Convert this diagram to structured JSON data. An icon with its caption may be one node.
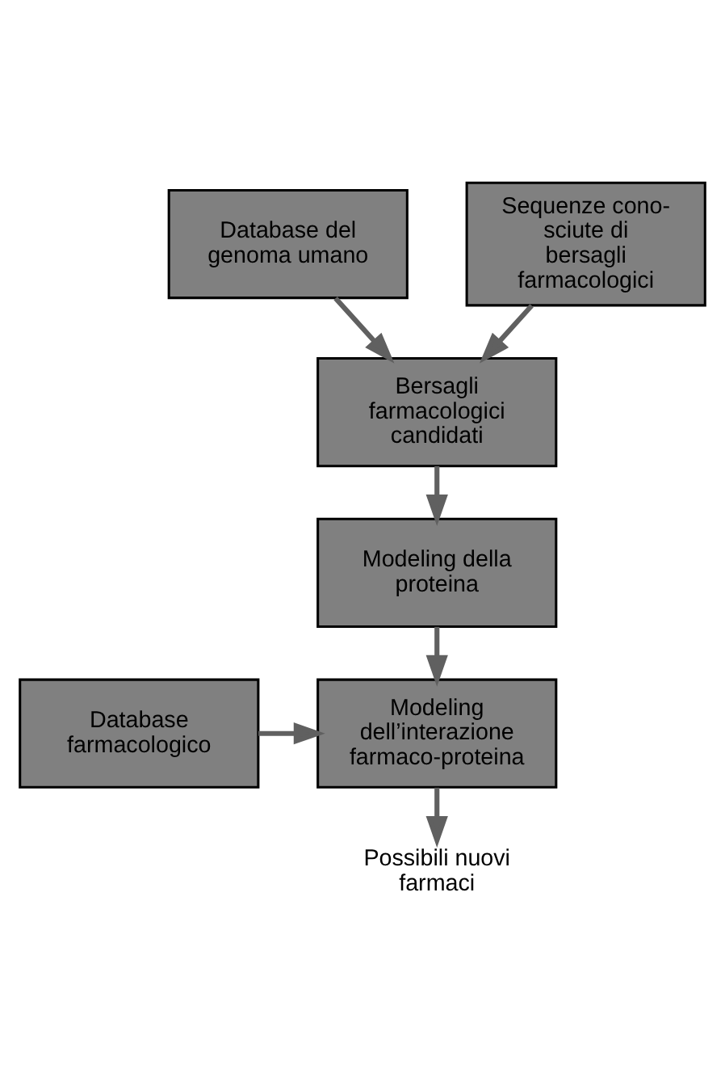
{
  "diagram": {
    "nodes": [
      {
        "text": [
          "Database del genoma umano"
        ]
      },
      {
        "text": [
          "Sequenze cono- sciute di bersagli farmacologici"
        ]
      },
      {
        "text": [
          "Bersagli farmacologici candidati"
        ]
      },
      {
        "text": [
          "Modeling della proteina"
        ]
      },
      {
        "text": [
          "Database farmacologico"
        ]
      },
      {
        "text": [
          "Modeling dell’interazione farmaco-proteina"
        ]
      },
      {
        "text": [
          "Possibili nuovi farmaci"
        ]
      }
    ],
    "edges": [
      {
        "from": 0,
        "to": 2,
        "arrow": "to"
      },
      {
        "from": 1,
        "to": 2,
        "arrow": "to"
      },
      {
        "from": 2,
        "to": 3,
        "arrow": "to"
      },
      {
        "from": 3,
        "to": 5,
        "arrow": "to"
      },
      {
        "from": 4,
        "to": 5,
        "arrow": "to"
      },
      {
        "from": 5,
        "to": 6,
        "arrow": "to"
      }
    ]
  }
}
